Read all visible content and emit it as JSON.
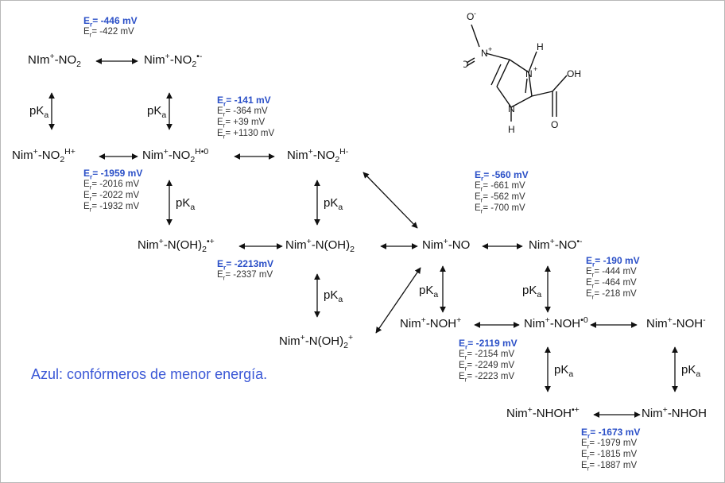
{
  "note": "Azul: confórmeros de menor energía.",
  "pKa": {
    "p": "pK",
    "a": "a"
  },
  "energy_prefix": "E",
  "energy_sub": "r",
  "molecule": {
    "atoms": [
      "O",
      "N",
      "O",
      "N",
      "H",
      "N",
      "H",
      "OH",
      "O",
      "+",
      "-",
      "+"
    ]
  },
  "species": [
    {
      "base": "NIm",
      "sup": "+",
      "mid": "-NO",
      "sub": "2",
      "tail": ""
    },
    {
      "base": "Nim",
      "sup": "+",
      "mid": "-NO",
      "sub": "2",
      "tail": "•-"
    },
    {
      "base": "Nim",
      "sup": "+",
      "mid": "-NO",
      "sub": "2",
      "tail": "H+"
    },
    {
      "base": "Nim",
      "sup": "+",
      "mid": "-NO",
      "sub": "2",
      "tail": "H•0"
    },
    {
      "base": "Nim",
      "sup": "+",
      "mid": "-NO",
      "sub": "2",
      "tail": "H-"
    },
    {
      "base": "Nim",
      "sup": "+",
      "mid": "-N(OH)",
      "sub": "2",
      "tail": "•+"
    },
    {
      "base": "Nim",
      "sup": "+",
      "mid": "-N(OH)",
      "sub": "2",
      "tail": ""
    },
    {
      "base": "Nim",
      "sup": "+",
      "mid": "-NO",
      "sub": "",
      "tail": ""
    },
    {
      "base": "Nim",
      "sup": "+",
      "mid": "-NO",
      "sub": "",
      "tail": "•-"
    },
    {
      "base": "Nim",
      "sup": "+",
      "mid": "-N(OH)",
      "sub": "2",
      "tail": "+"
    },
    {
      "base": "Nim",
      "sup": "+",
      "mid": "-NOH",
      "sub": "",
      "tail": "+"
    },
    {
      "base": "Nim",
      "sup": "+",
      "mid": "-NOH",
      "sub": "",
      "tail": "•0"
    },
    {
      "base": "Nim",
      "sup": "+",
      "mid": "-NOH",
      "sub": "",
      "tail": "-"
    },
    {
      "base": "Nim",
      "sup": "+",
      "mid": "-NHOH",
      "sub": "",
      "tail": "•+"
    },
    {
      "base": "Nim",
      "sup": "+",
      "mid": "-NHOH",
      "sub": "",
      "tail": ""
    }
  ],
  "energies": [
    {
      "highlight": "= -446 mV",
      "values": [
        "= -422 mV"
      ]
    },
    {
      "highlight": "= -141 mV",
      "values": [
        "= -364 mV",
        "= +39 mV",
        "= +1130 mV"
      ]
    },
    {
      "highlight": "= -1959 mV",
      "values": [
        "= -2016 mV",
        "= -2022 mV",
        "= -1932 mV"
      ]
    },
    {
      "highlight": "= -560 mV",
      "values": [
        "= -661 mV",
        "= -562 mV",
        "= -700 mV"
      ]
    },
    {
      "highlight": "= -2213mV",
      "values": [
        "= -2337 mV"
      ]
    },
    {
      "highlight": "= -190 mV",
      "values": [
        "= -444 mV",
        "= -464 mV",
        "= -218 mV"
      ]
    },
    {
      "highlight": "= -2119 mV",
      "values": [
        "= -2154 mV",
        "= -2249 mV",
        "= -2223 mV"
      ]
    },
    {
      "highlight": "= -1673 mV",
      "values": [
        "= -1979 mV",
        "= -1815 mV",
        "= -1887 mV"
      ]
    }
  ]
}
